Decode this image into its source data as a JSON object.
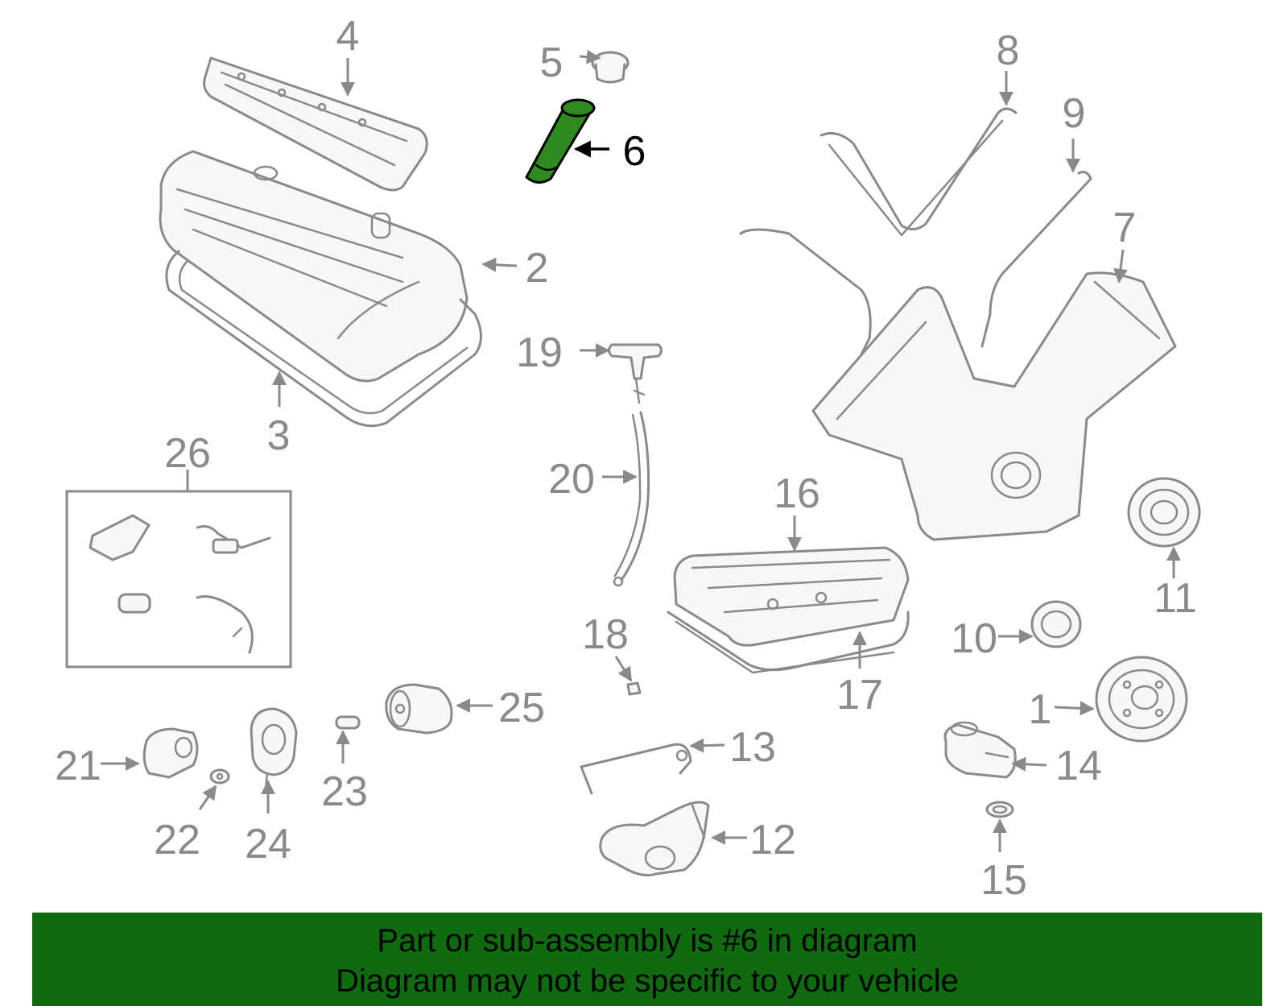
{
  "diagram": {
    "highlight_color": "#2e8b1e",
    "line_color": "#8a8a8a",
    "highlighted_part": "6",
    "callouts": [
      "1",
      "2",
      "3",
      "4",
      "5",
      "6",
      "7",
      "8",
      "9",
      "10",
      "11",
      "12",
      "13",
      "14",
      "15",
      "16",
      "17",
      "18",
      "19",
      "20",
      "21",
      "22",
      "23",
      "24",
      "25",
      "26"
    ]
  },
  "banner": {
    "background": "#0f6b0f",
    "line1": "Part or sub-assembly is #6 in diagram",
    "line2": "Diagram may not be specific to your vehicle"
  }
}
